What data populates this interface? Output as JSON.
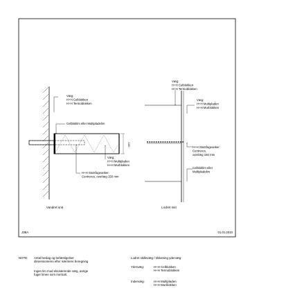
{
  "drawing": {
    "code": "J3BA",
    "date": "01.01.2010",
    "left_view": {
      "caption": "Vandret snit",
      "wall_label": [
        "Væg:",
        "H+H Celblokken",
        "H+H Termoblokken"
      ],
      "adhesive_label": "Celbloklim eller Multipladelim",
      "plate_label": [
        "Væg:",
        "H+H Multipladen",
        "H+H Murblokken"
      ],
      "anchor_label": [
        "H+H Stutsfugeanker.",
        "Centreres, overlæg 150 mm"
      ],
      "dimension": "100"
    },
    "right_view": {
      "caption": "Lodret snit",
      "wall_label_top": [
        "Væg:",
        "H+H Celblokken",
        "H+H Termoblokken"
      ],
      "wall_label_mid": [
        "Væg:",
        "H+H Multipladen",
        "H+H Murblokken"
      ],
      "anchor_label": [
        "H+H Stutsfugeanker.",
        "Centreres,",
        "overlæg 150 mm"
      ],
      "adhesive_label": [
        "Celbloklim eller",
        "Multipladelim"
      ]
    }
  },
  "notes": {
    "label": "NOTE:",
    "line1": "Antal beslag og befæstigelser\ndimensioneres efter nærmere beregning",
    "line2": "Ingen lim mod eksisterende væg, øvrige\nfuger limes som normalt.",
    "title": "Lodret skillevæg / tilslutning ydervæg",
    "outer_label": "Ydervæg:",
    "outer_value": "H+H Celblokken\nH+H Termoblokken",
    "inner_label": "Indervæg:",
    "inner_value": "H+H Multipladen\nH+H Murblokken"
  }
}
